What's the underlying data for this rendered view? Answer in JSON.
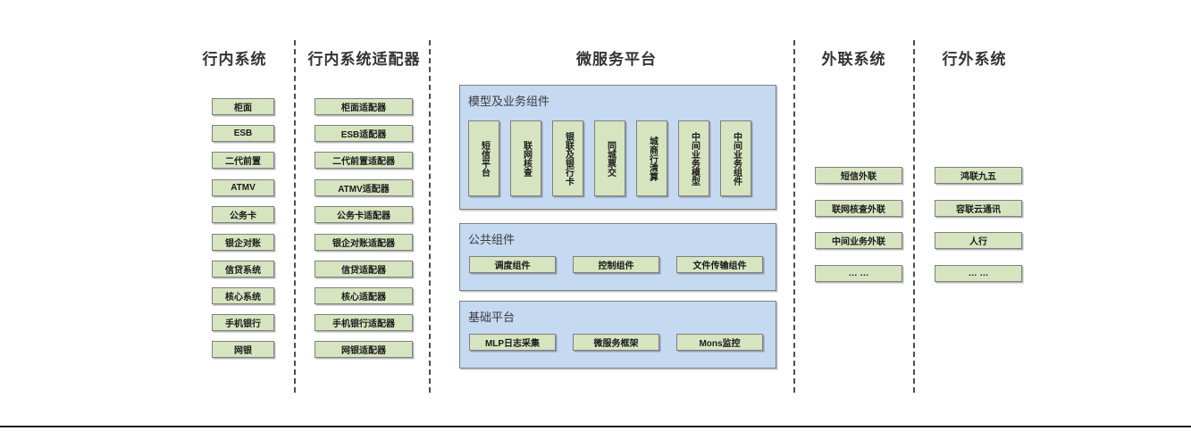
{
  "diagram": {
    "title_internal": "行内系统",
    "columns": [
      {
        "key": "internal-systems",
        "title": "行内系统",
        "items": [
          "柜面",
          "ESB",
          "二代前置",
          "ATMV",
          "公务卡",
          "银企对账",
          "信贷系统",
          "核心系统",
          "手机银行",
          "网银"
        ]
      },
      {
        "key": "internal-adapters",
        "title": "行内系统适配器",
        "items": [
          "柜面适配器",
          "ESB适配器",
          "二代前置适配器",
          "ATMV适配器",
          "公务卡适配器",
          "银企对账适配器",
          "信贷适配器",
          "核心适配器",
          "手机银行适配器",
          "网银适配器"
        ]
      },
      {
        "key": "microservice-platform",
        "title": "微服务平台",
        "groups": [
          {
            "key": "model-business-components",
            "label": "模型及业务组件",
            "orientation": "vertical",
            "items": [
              "短信平台",
              "联网核查",
              "银联及银行卡",
              "同城票交",
              "城商行清算",
              "中间业务模型",
              "中间业务组件"
            ]
          },
          {
            "key": "public-components",
            "label": "公共组件",
            "orientation": "horizontal",
            "items": [
              "调度组件",
              "控制组件",
              "文件传输组件"
            ]
          },
          {
            "key": "base-platform",
            "label": "基础平台",
            "orientation": "horizontal",
            "items": [
              "MLP日志采集",
              "微服务框架",
              "Mons监控"
            ]
          }
        ]
      },
      {
        "key": "external-liaison-systems",
        "title": "外联系统",
        "items": [
          "短信外联",
          "联网核查外联",
          "中间业务外联",
          "… …"
        ]
      },
      {
        "key": "outside-bank-systems",
        "title": "行外系统",
        "items": [
          "鸿联九五",
          "容联云通讯",
          "人行",
          "… …"
        ]
      }
    ],
    "colors": {
      "node_fill": "#d7e4c0",
      "node_border": "#7f7f7f",
      "panel_fill": "#c5d9f1",
      "panel_border": "#808080",
      "title_text": "#333333",
      "divider": "#4d4d4d"
    }
  }
}
